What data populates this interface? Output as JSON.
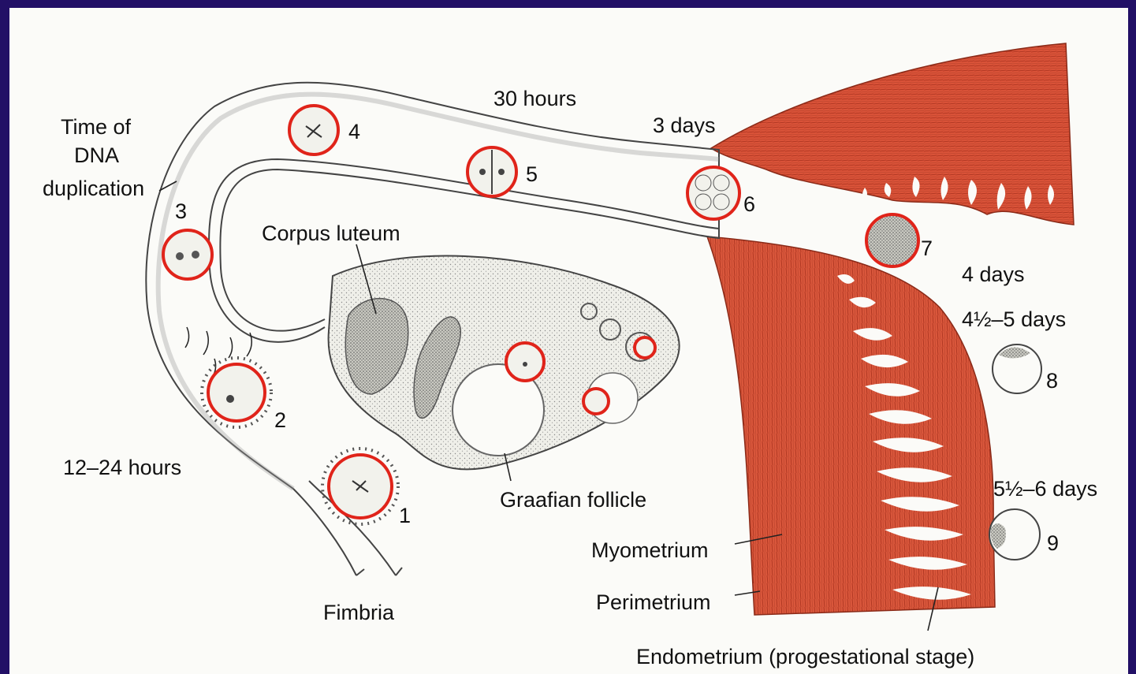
{
  "labels": {
    "dna_line1": "Time of",
    "dna_line2": "DNA",
    "dna_line3": "duplication",
    "hours_30": "30 hours",
    "days_3": "3 days",
    "corpus_luteum": "Corpus luteum",
    "days_4": "4 days",
    "days_4half_5": "4½–5 days",
    "hours_12_24": "12–24 hours",
    "graafian": "Graafian follicle",
    "days_5half_6": "5½–6 days",
    "myometrium": "Myometrium",
    "perimetrium": "Perimetrium",
    "fimbria": "Fimbria",
    "endometrium": "Endometrium (progestational stage)"
  },
  "stages": {
    "s1": "1",
    "s2": "2",
    "s3": "3",
    "s4": "4",
    "s5": "5",
    "s6": "6",
    "s7": "7",
    "s8": "8",
    "s9": "9"
  },
  "colors": {
    "uterus": "#d9553a",
    "uterus_dark": "#b83a24",
    "highlight_ring": "#e0241a",
    "frame_border": "#221066"
  }
}
